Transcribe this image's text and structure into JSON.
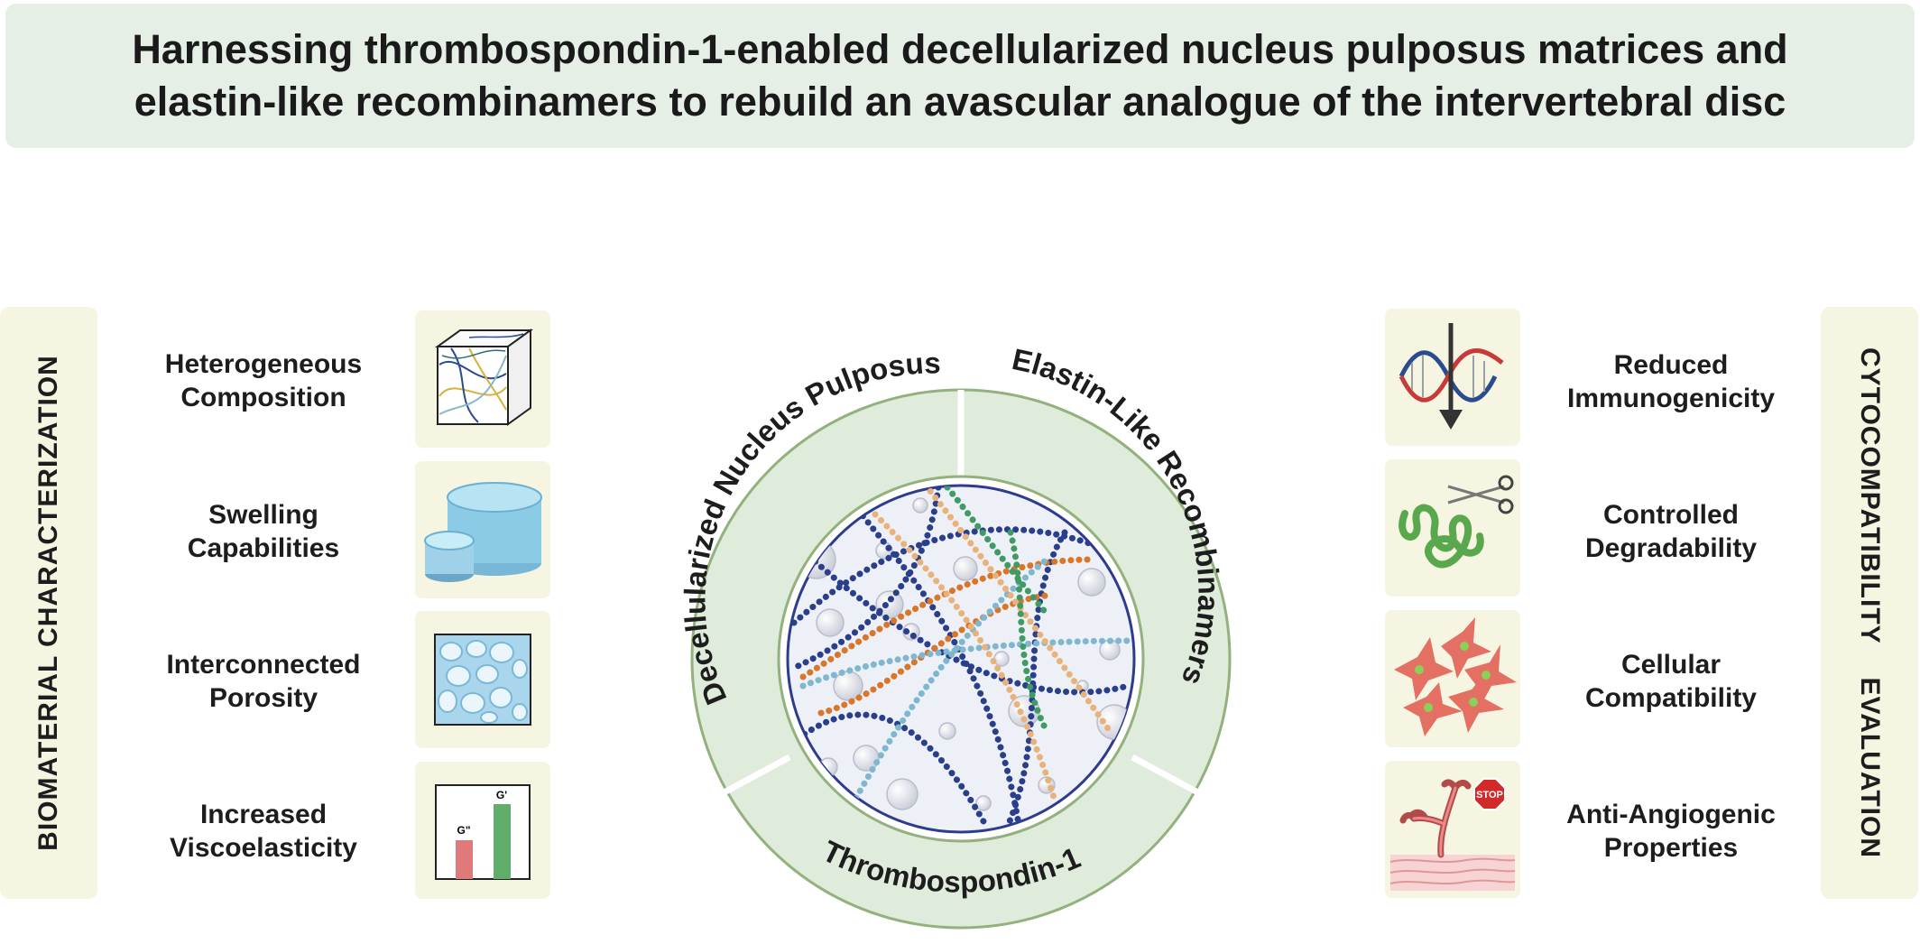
{
  "title": {
    "line1": "Harnessing thrombospondin-1-enabled decellularized nucleus pulposus matrices and",
    "line2": "elastin-like recombinamers to rebuild an avascular analogue of the intervertebral disc"
  },
  "left_panel": {
    "label": "BIOMATERIAL CHARACTERIZATION",
    "items": [
      {
        "line1": "Heterogeneous",
        "line2": "Composition",
        "icon": "fiber-cube-icon"
      },
      {
        "line1": "Swelling",
        "line2": "Capabilities",
        "icon": "hydrogel-cylinders-icon"
      },
      {
        "line1": "Interconnected",
        "line2": "Porosity",
        "icon": "porous-network-icon"
      },
      {
        "line1": "Increased",
        "line2": "Viscoelasticity",
        "icon": "bar-chart-icon"
      }
    ],
    "chart_labels": {
      "g_double_prime": "G\"",
      "g_prime": "G'"
    }
  },
  "right_panel": {
    "label": "CYTOCOMPATIBILITY EVALUATION",
    "items": [
      {
        "line1": "Reduced",
        "line2": "Immunogenicity",
        "icon": "dna-arrow-icon"
      },
      {
        "line1": "Controlled",
        "line2": "Degradability",
        "icon": "scissors-fiber-icon"
      },
      {
        "line1": "Cellular",
        "line2": "Compatibility",
        "icon": "cells-icon"
      },
      {
        "line1": "Anti-Angiogenic",
        "line2": "Properties",
        "icon": "stop-vessel-icon"
      }
    ],
    "stop_label": "STOP"
  },
  "center": {
    "segment_left": "Decellularized Nucleus Pulposus",
    "segment_right": "Elastin-Like Recombinamers",
    "segment_bottom": "Thrombospondin-1"
  },
  "colors": {
    "title_bg": "#e5efe6",
    "panel_bg": "#f6f5e2",
    "ring_fill": "#dfebdb",
    "ring_stroke": "#93b17d",
    "inner_circle_stroke": "#2d3c8f"
  }
}
